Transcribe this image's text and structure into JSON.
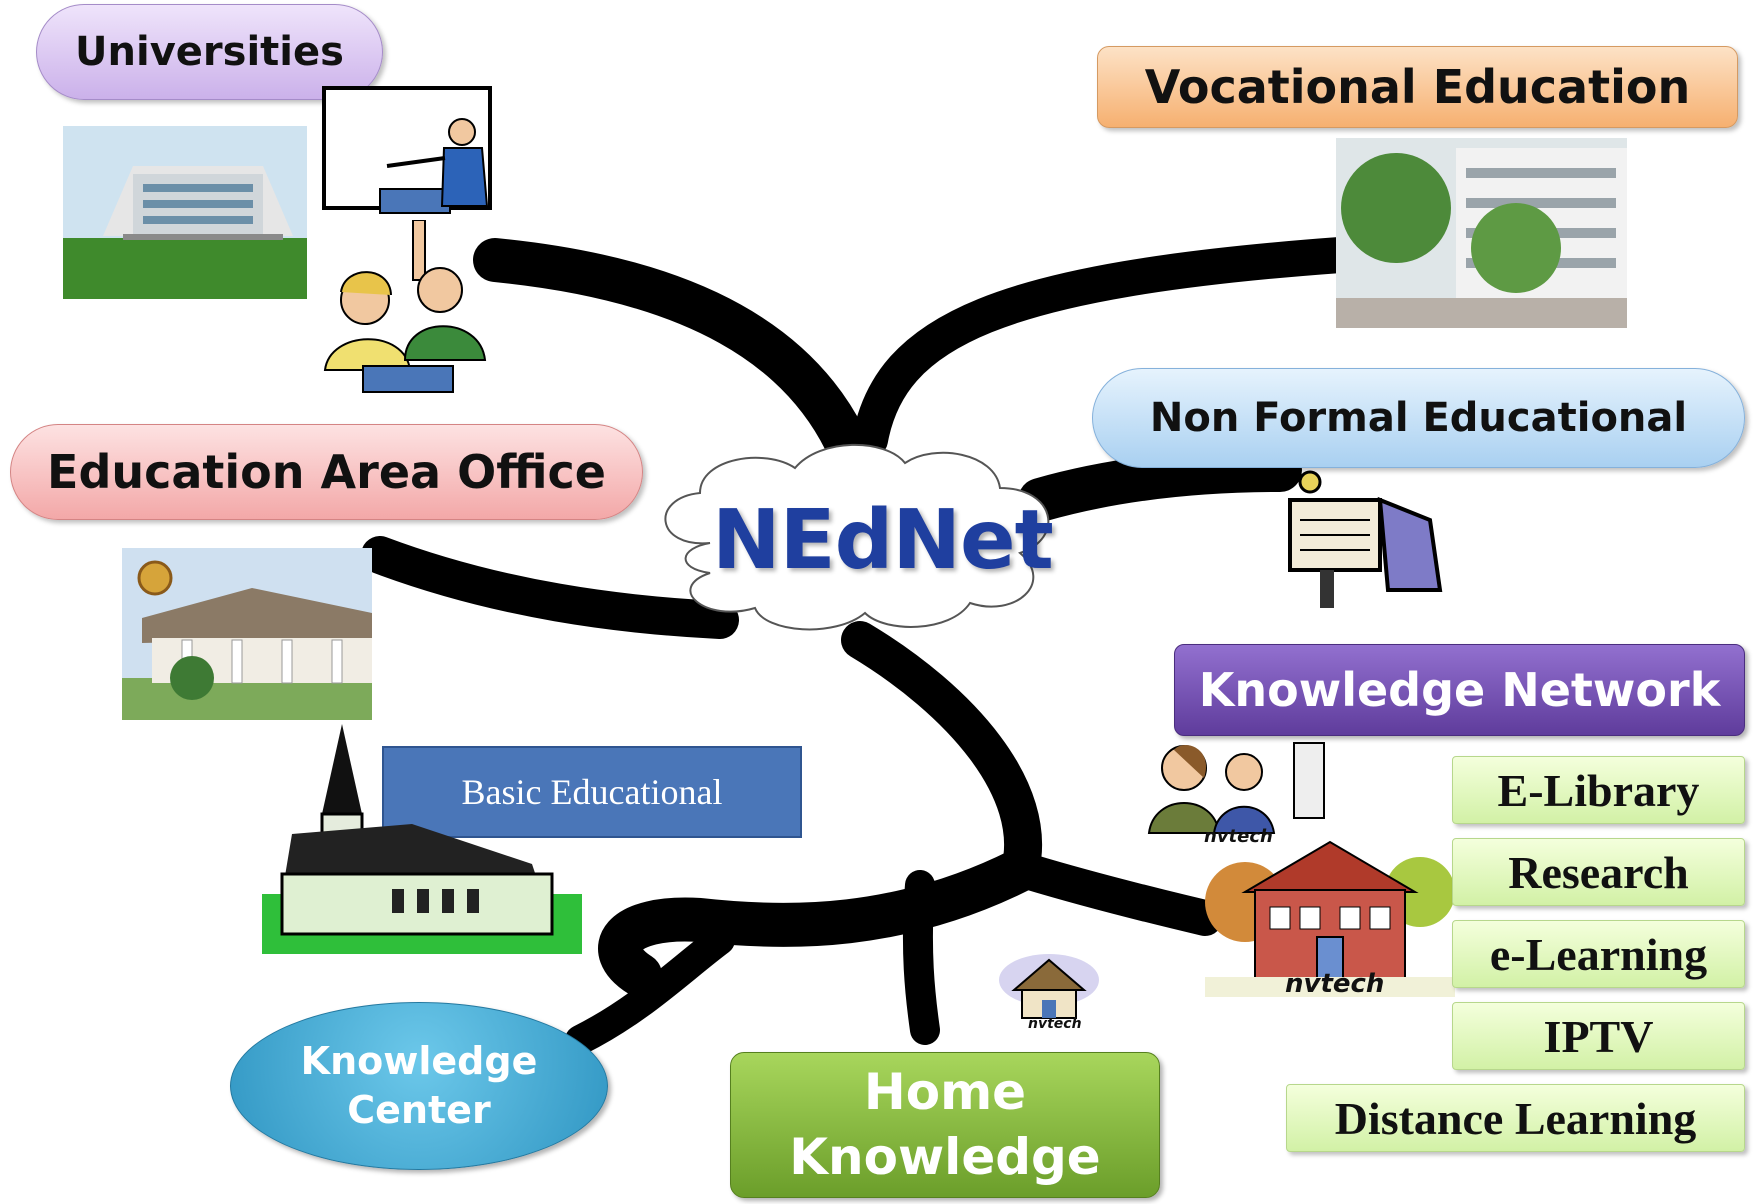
{
  "center": {
    "label": "NEdNet"
  },
  "nodes": {
    "universities": "Universities",
    "vocational": "Vocational Education",
    "non_formal": "Non Formal Educational",
    "area_office": "Education Area Office",
    "basic": "Basic Educational",
    "knowledge_network": "Knowledge Network",
    "knowledge_center": "Knowledge Center",
    "home_knowledge": "Home Knowledge"
  },
  "services": [
    "E-Library",
    "Research",
    "e-Learning",
    "IPTV",
    "Distance Learning"
  ],
  "watermarks": [
    "nvtech",
    "nvtech",
    "nvtech"
  ],
  "colors": {
    "center_text": "#1f3f9f",
    "universities_fill": "#dcc7f0",
    "vocational_fill": "#f8c08a",
    "non_formal_fill": "#bcdcf6",
    "area_office_fill": "#f6b6b6",
    "basic_fill": "#4a76b8",
    "knowledge_network_fill": "#7b55b6",
    "knowledge_center_fill": "#3da6d4",
    "home_knowledge_fill": "#7fb23a",
    "service_fill": "#e3f7c2"
  }
}
